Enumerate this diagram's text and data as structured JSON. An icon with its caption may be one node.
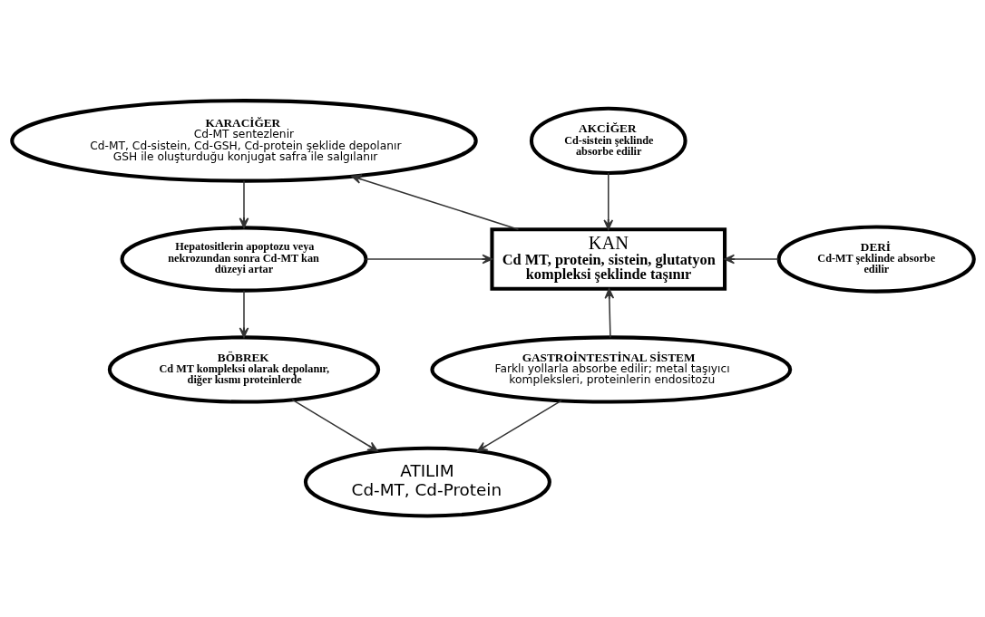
{
  "diagram": {
    "nodes": [
      {
        "text": [
          "KARACİĞER",
          "Cd-MT sentezlenir",
          "Cd-MT, Cd-sistein, Cd-GSH, Cd-protein şeklide depolanır",
          "GSH ile oluşturduğu konjugat safra ile salgılanır"
        ]
      },
      {
        "text": [
          "Hepatositlerin apoptozu veya nekrozundan sonra Cd-MT kan düzeyi artar"
        ]
      },
      {
        "text": [
          "BÖBREK",
          "Cd MT kompleksi olarak depolanır, diğer kısmı proteinlerde"
        ]
      },
      {
        "text": [
          "KAN",
          "Cd MT, protein, sistein, glutatyon kompleksi şeklinde taşınır"
        ]
      },
      {
        "text": [
          "AKCİĞER",
          "Cd-sistein şeklinde absorbe edilir"
        ]
      },
      {
        "text": [
          "DERİ",
          "Cd-MT şeklinde absorbe edilir"
        ]
      },
      {
        "text": [
          "GASTROİNTESTİNAL SİSTEM",
          "Farklı yollarla absorbe edilir; metal taşıyıcı kompleksleri, proteinlerin endositozu"
        ]
      },
      {
        "text": [
          "ATILIM",
          "Cd-MT, Cd-Protein"
        ]
      }
    ],
    "edges": [
      {
        "from": 3,
        "to": 0,
        "arrow": "to"
      },
      {
        "from": 0,
        "to": 1,
        "arrow": "to"
      },
      {
        "from": 1,
        "to": 3,
        "arrow": "to"
      },
      {
        "from": 1,
        "to": 2,
        "arrow": "to"
      },
      {
        "from": 4,
        "to": 3,
        "arrow": "to"
      },
      {
        "from": 5,
        "to": 3,
        "arrow": "to"
      },
      {
        "from": 6,
        "to": 3,
        "arrow": "to"
      },
      {
        "from": 2,
        "to": 7,
        "arrow": "to"
      },
      {
        "from": 6,
        "to": 7,
        "arrow": "to"
      }
    ]
  }
}
